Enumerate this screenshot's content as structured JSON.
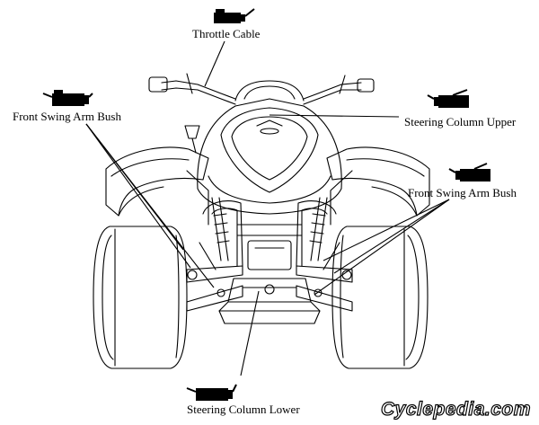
{
  "labels": {
    "throttle_cable": "Throttle Cable",
    "front_swing_arm_bush_left": "Front Swing Arm Bush",
    "front_swing_arm_bush_right": "Front Swing Arm Bush",
    "steering_column_upper": "Steering Column Upper",
    "steering_column_lower": "Steering Column Lower"
  },
  "watermark": "Cyclepedia.com",
  "icons": {
    "grease_gun": "grease-gun-icon"
  }
}
